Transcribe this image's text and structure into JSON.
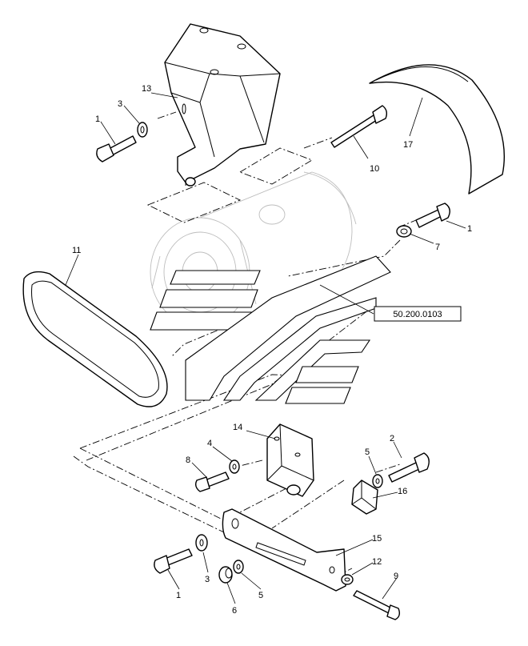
{
  "diagram": {
    "callouts": [
      {
        "id": "c13",
        "text": "13"
      },
      {
        "id": "c3a",
        "text": "3"
      },
      {
        "id": "c1a",
        "text": "1"
      },
      {
        "id": "c10",
        "text": "10"
      },
      {
        "id": "c17",
        "text": "17"
      },
      {
        "id": "c1b",
        "text": "1"
      },
      {
        "id": "c7",
        "text": "7"
      },
      {
        "id": "c11",
        "text": "11"
      },
      {
        "id": "c14",
        "text": "14"
      },
      {
        "id": "c4",
        "text": "4"
      },
      {
        "id": "c8",
        "text": "8"
      },
      {
        "id": "c5a",
        "text": "5"
      },
      {
        "id": "c2",
        "text": "2"
      },
      {
        "id": "c16",
        "text": "16"
      },
      {
        "id": "c15",
        "text": "15"
      },
      {
        "id": "c12",
        "text": "12"
      },
      {
        "id": "c9",
        "text": "9"
      },
      {
        "id": "c1c",
        "text": "1"
      },
      {
        "id": "c3b",
        "text": "3"
      },
      {
        "id": "c6",
        "text": "6"
      },
      {
        "id": "c5b",
        "text": "5"
      }
    ],
    "reference_label": "50.200.0103"
  }
}
